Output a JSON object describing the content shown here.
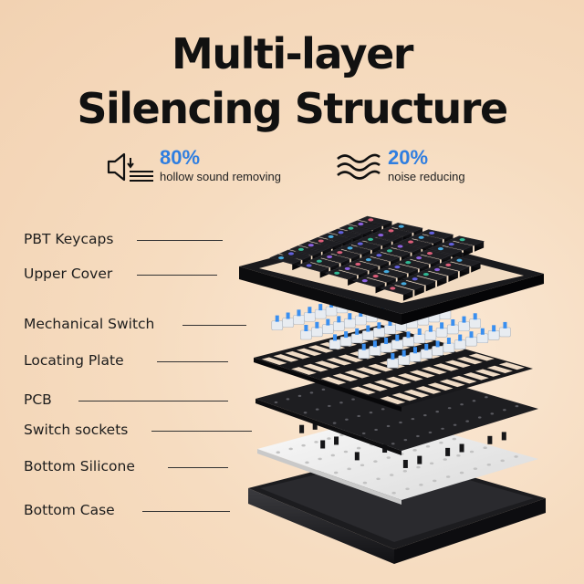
{
  "title": {
    "line1": "Multi-layer",
    "line2": "Silencing Structure"
  },
  "stats": [
    {
      "value": "80%",
      "desc": "hollow sound removing",
      "icon": "speaker-mute-icon"
    },
    {
      "value": "20%",
      "desc": "noise reducing",
      "icon": "sound-waves-icon"
    }
  ],
  "layers": [
    "PBT Keycaps",
    "Upper Cover",
    "Mechanical Switch",
    "Locating Plate",
    "PCB",
    "Switch sockets",
    "Bottom Silicone",
    "Bottom Case"
  ],
  "colors": {
    "accent": "#2f7ee0",
    "title": "#111111",
    "switch_stem": "#3a8ff0"
  }
}
